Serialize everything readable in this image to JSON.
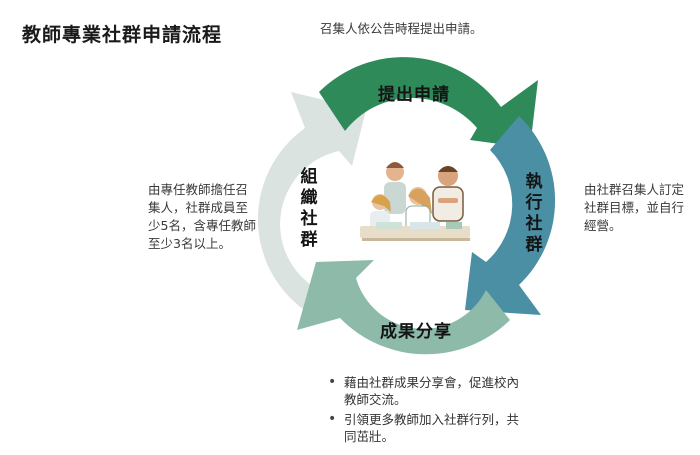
{
  "title": "教師專業社群申請流程",
  "steps": {
    "top": {
      "label": "提出申請",
      "color": "#2e8a58"
    },
    "right": {
      "label": "執行社群",
      "color": "#4a8fa3"
    },
    "bottom": {
      "label": "成果分享",
      "color": "#8dbaa9"
    },
    "left": {
      "label": "組織社群",
      "color": "#dbe3e0"
    }
  },
  "notes": {
    "top": "召集人依公告時程提出申請。",
    "left": "由專任教師擔任召集人，社群成員至少5名，含專任教師至少3名以上。",
    "right": "由社群召集人訂定社群目標，並自行經營。"
  },
  "bullets": [
    "藉由社群成果分享會，促進校內教師交流。",
    "引領更多教師加入社群行列，共同茁壯。"
  ]
}
